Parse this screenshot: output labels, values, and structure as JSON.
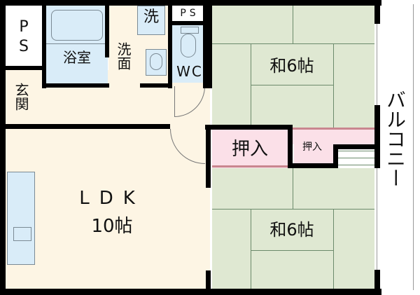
{
  "floorplan": {
    "rooms": {
      "ps_left": {
        "label": "PS"
      },
      "bath": {
        "label": "浴室"
      },
      "washer": {
        "label": "洗"
      },
      "washroom": {
        "label": "洗面"
      },
      "ps_top": {
        "label": "PS"
      },
      "wc": {
        "label": "WC"
      },
      "entrance": {
        "label": "玄関"
      },
      "washitsu_top": {
        "label": "和6帖"
      },
      "closet_large": {
        "label": "押入"
      },
      "closet_small": {
        "label": "押入"
      },
      "balcony": {
        "label": "バルコニー"
      },
      "ldk": {
        "label": "LDK",
        "size": "10帖"
      },
      "washitsu_bottom": {
        "label": "和6帖"
      }
    },
    "colors": {
      "wet_area": "#d9ecf8",
      "floor": "#fdf5e4",
      "tatami": "#dfe8d2",
      "closet": "#fbe0e8",
      "wall": "#000000"
    }
  }
}
